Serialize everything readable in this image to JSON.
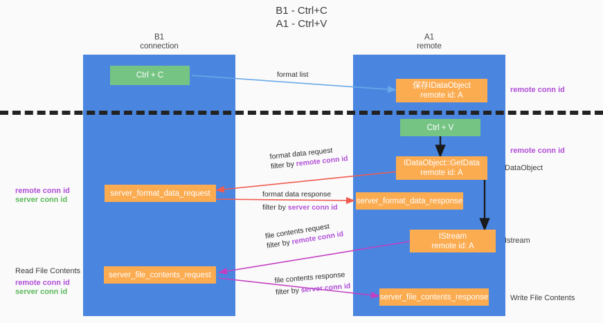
{
  "title": "B1 - Ctrl+C\nA1 - Ctrl+V",
  "colors": {
    "lane": "#4a86e0",
    "orange": "#fbab50",
    "green": "#76c484",
    "purple": "#b14fd8",
    "green_text": "#5cb85c",
    "arrow_blue": "#6aa9e8",
    "arrow_red": "#f05b4f",
    "arrow_magenta": "#c23fc2",
    "arrow_black": "#1a1a1a",
    "background": "#fafafa"
  },
  "columns": [
    {
      "name": "left",
      "heading": "B1\nconnection"
    },
    {
      "name": "right",
      "heading": "A1\nremote"
    }
  ],
  "nodes": [
    {
      "id": "ctrl-c",
      "label": "Ctrl + C",
      "kind": "green",
      "column": "left"
    },
    {
      "id": "save-idataobject",
      "label": "保存IDataObject\nremote id: A",
      "kind": "orange",
      "column": "right"
    },
    {
      "id": "ctrl-v",
      "label": "Ctrl + V",
      "kind": "green",
      "column": "right"
    },
    {
      "id": "getdata",
      "label": "IDataObject::GetData\nremote id: A",
      "kind": "orange",
      "column": "right"
    },
    {
      "id": "server-format-data-request",
      "label": "server_format_data_request",
      "kind": "orange",
      "column": "left"
    },
    {
      "id": "server-format-data-response",
      "label": "server_format_data_response",
      "kind": "orange",
      "column": "right"
    },
    {
      "id": "istream",
      "label": "IStream\nremote id: A",
      "kind": "orange",
      "column": "right"
    },
    {
      "id": "server-file-contents-request",
      "label": "server_file_contents_request",
      "kind": "orange",
      "column": "left"
    },
    {
      "id": "server-file-contents-response",
      "label": "server_file_contents_response",
      "kind": "orange",
      "column": "right"
    }
  ],
  "edge_labels": {
    "format_list": "format list",
    "format_data_request": "format data request",
    "format_data_request_filter_prefix": "filter by ",
    "format_data_request_filter_key": "remote conn id",
    "format_data_response": "format data response",
    "format_data_response_filter_prefix": "filter by ",
    "format_data_response_filter_key": "server conn id",
    "file_contents_request": "file contents request",
    "file_contents_request_filter_prefix": "filter by ",
    "file_contents_request_filter_key": "remote conn id",
    "file_contents_response": "file contents response",
    "file_contents_response_filter_prefix": "filter by ",
    "file_contents_response_filter_key": "server conn id"
  },
  "annotations": {
    "right_remote_conn_id_top": "remote conn id",
    "right_remote_conn_id_mid": "remote conn id",
    "right_dataobject": "DataObject",
    "right_istream": "Istream",
    "right_write_file_contents": "Write File Contents",
    "left_remote_conn_id": "remote conn id",
    "left_server_conn_id": "server conn id",
    "left_read_file_contents": "Read File Contents",
    "left_remote_conn_id_2": "remote conn id",
    "left_server_conn_id_2": "server conn id"
  }
}
